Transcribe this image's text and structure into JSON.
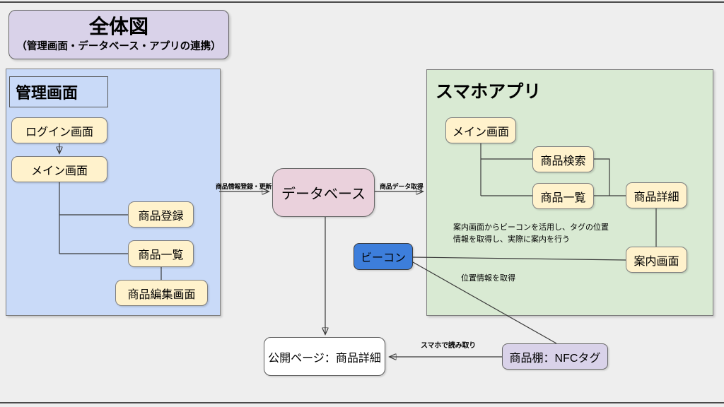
{
  "title_box": {
    "title": "全体図",
    "subtitle": "（管理画面・データベース・アプリの連携）"
  },
  "admin_panel": {
    "title": "管理画面",
    "nodes": {
      "login": "ログイン画面",
      "main": "メイン画面",
      "register": "商品登録",
      "list": "商品一覧",
      "edit": "商品編集画面"
    }
  },
  "app_panel": {
    "title": "スマホアプリ",
    "nodes": {
      "main": "メイン画面",
      "search": "商品検索",
      "list": "商品一覧",
      "detail": "商品詳細",
      "guide": "案内画面"
    },
    "note": "案内画面からビーコンを活用し、タグの位置\n情報を取得し、実際に案内を行う"
  },
  "database": {
    "label": "データベース"
  },
  "beacon": {
    "label": "ビーコン"
  },
  "public_page": {
    "label": "公開ページ：商品詳細"
  },
  "nfc_tag": {
    "label": "商品棚：NFCタグ"
  },
  "edge_labels": {
    "register_update": "商品情報登録・更新",
    "fetch_data": "商品データ取得",
    "get_location": "位置情報を取得",
    "smartphone_read": "スマホで読み取り"
  },
  "colors": {
    "bg": "#eeeeee",
    "title-fill": "#d9d2e9",
    "admin-fill": "#c9daf8",
    "app-fill": "#d9ead3",
    "node-fill": "#fff2cc",
    "db-fill": "#ead1dc",
    "beacon-fill": "#3d7edb",
    "nfc-fill": "#d9d2e9",
    "public-fill": "#ffffff",
    "wire": "#3a3a3a"
  }
}
